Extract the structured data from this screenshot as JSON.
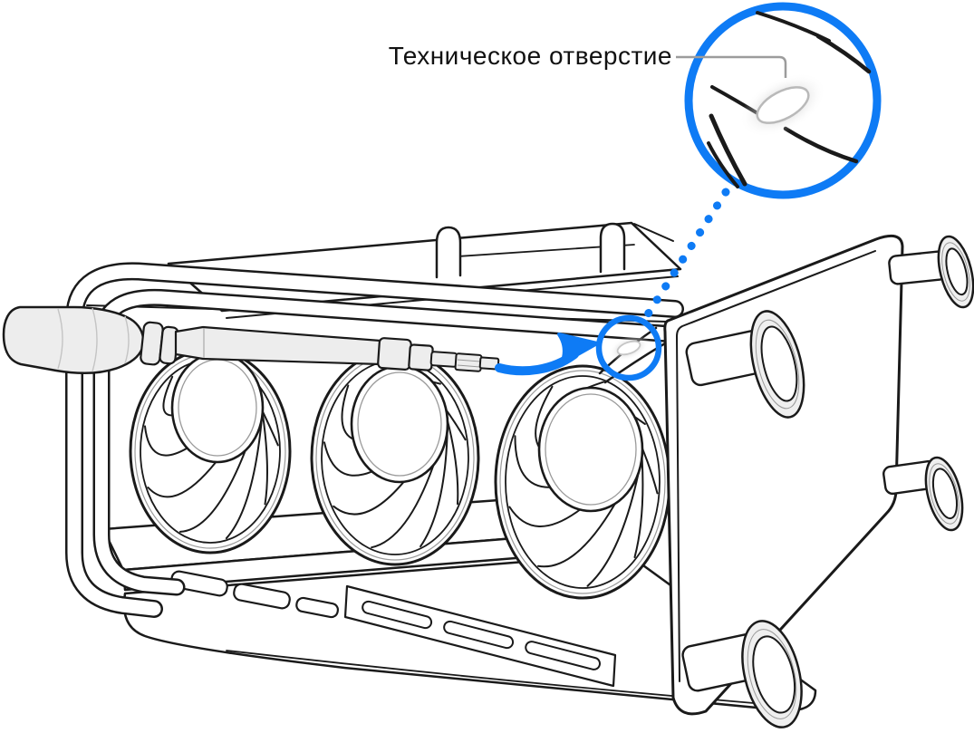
{
  "page": {
    "type": "technical-illustration",
    "subject": "tower-computer-on-its-side-with-driver-tool-pointing-at-service-hole",
    "background": "#ffffff"
  },
  "callout": {
    "label": "Техническое отверстие"
  },
  "annotations": {
    "magnifier": "zoom-circle-showing-service-hole",
    "target_marker": "small-circle-on-device",
    "leader": "dotted-line",
    "pointer": "curved-arrow-from-tool-tip"
  },
  "colors": {
    "accent_blue": "#0e7bf5",
    "ink": "#1a1a1a",
    "callout_line": "#9c9c9c",
    "tool_fill": "#ededed",
    "foot_fill": "#efefef",
    "background": "#ffffff"
  }
}
